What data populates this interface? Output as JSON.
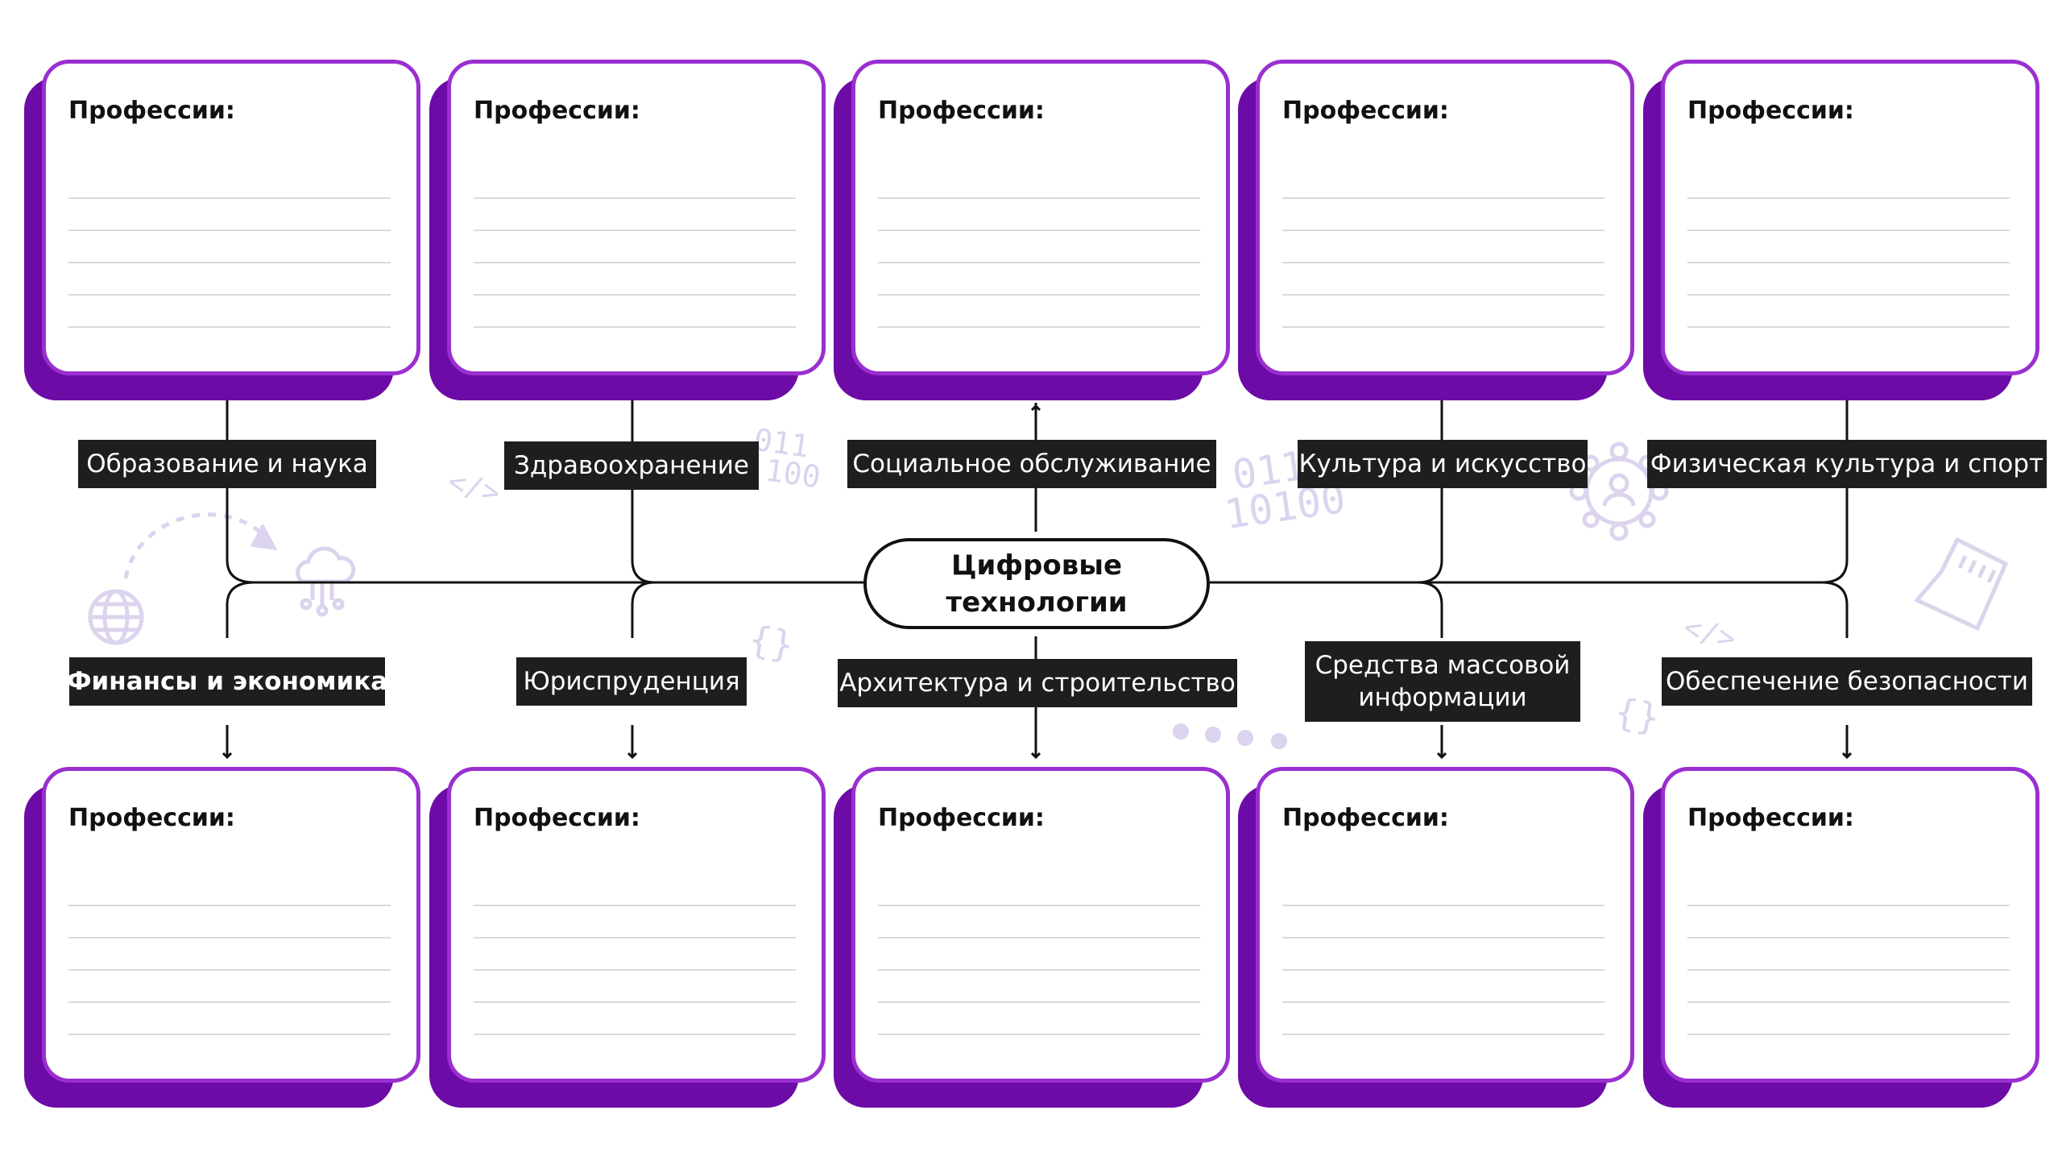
{
  "center": {
    "label": "Цифровые технологии"
  },
  "card_title": "Профессии:",
  "top_branches": [
    {
      "label": "Образование и наука"
    },
    {
      "label": "Здравоохранение"
    },
    {
      "label": "Социальное обслуживание"
    },
    {
      "label": "Культура и искусство"
    },
    {
      "label": "Физическая культура и спорт"
    }
  ],
  "bottom_branches": [
    {
      "label": "Финансы и экономика"
    },
    {
      "label": "Юриспруденция"
    },
    {
      "label": "Архитектура и строительство"
    },
    {
      "label": "Средства массовой информации"
    },
    {
      "label": "Обеспечение безопасности"
    }
  ],
  "decorations": {
    "binary_1": "011",
    "binary_2": "100",
    "binary_3": "011",
    "binary_4": "10100",
    "code_1": "</>",
    "code_2": "</>",
    "brace_1": "{}",
    "brace_2": "{}"
  },
  "colors": {
    "card_border": "#9a2fd0",
    "card_shadow": "#6d0ba6",
    "label_bg": "#1e1e1e",
    "decor": "#d8d0ea"
  }
}
